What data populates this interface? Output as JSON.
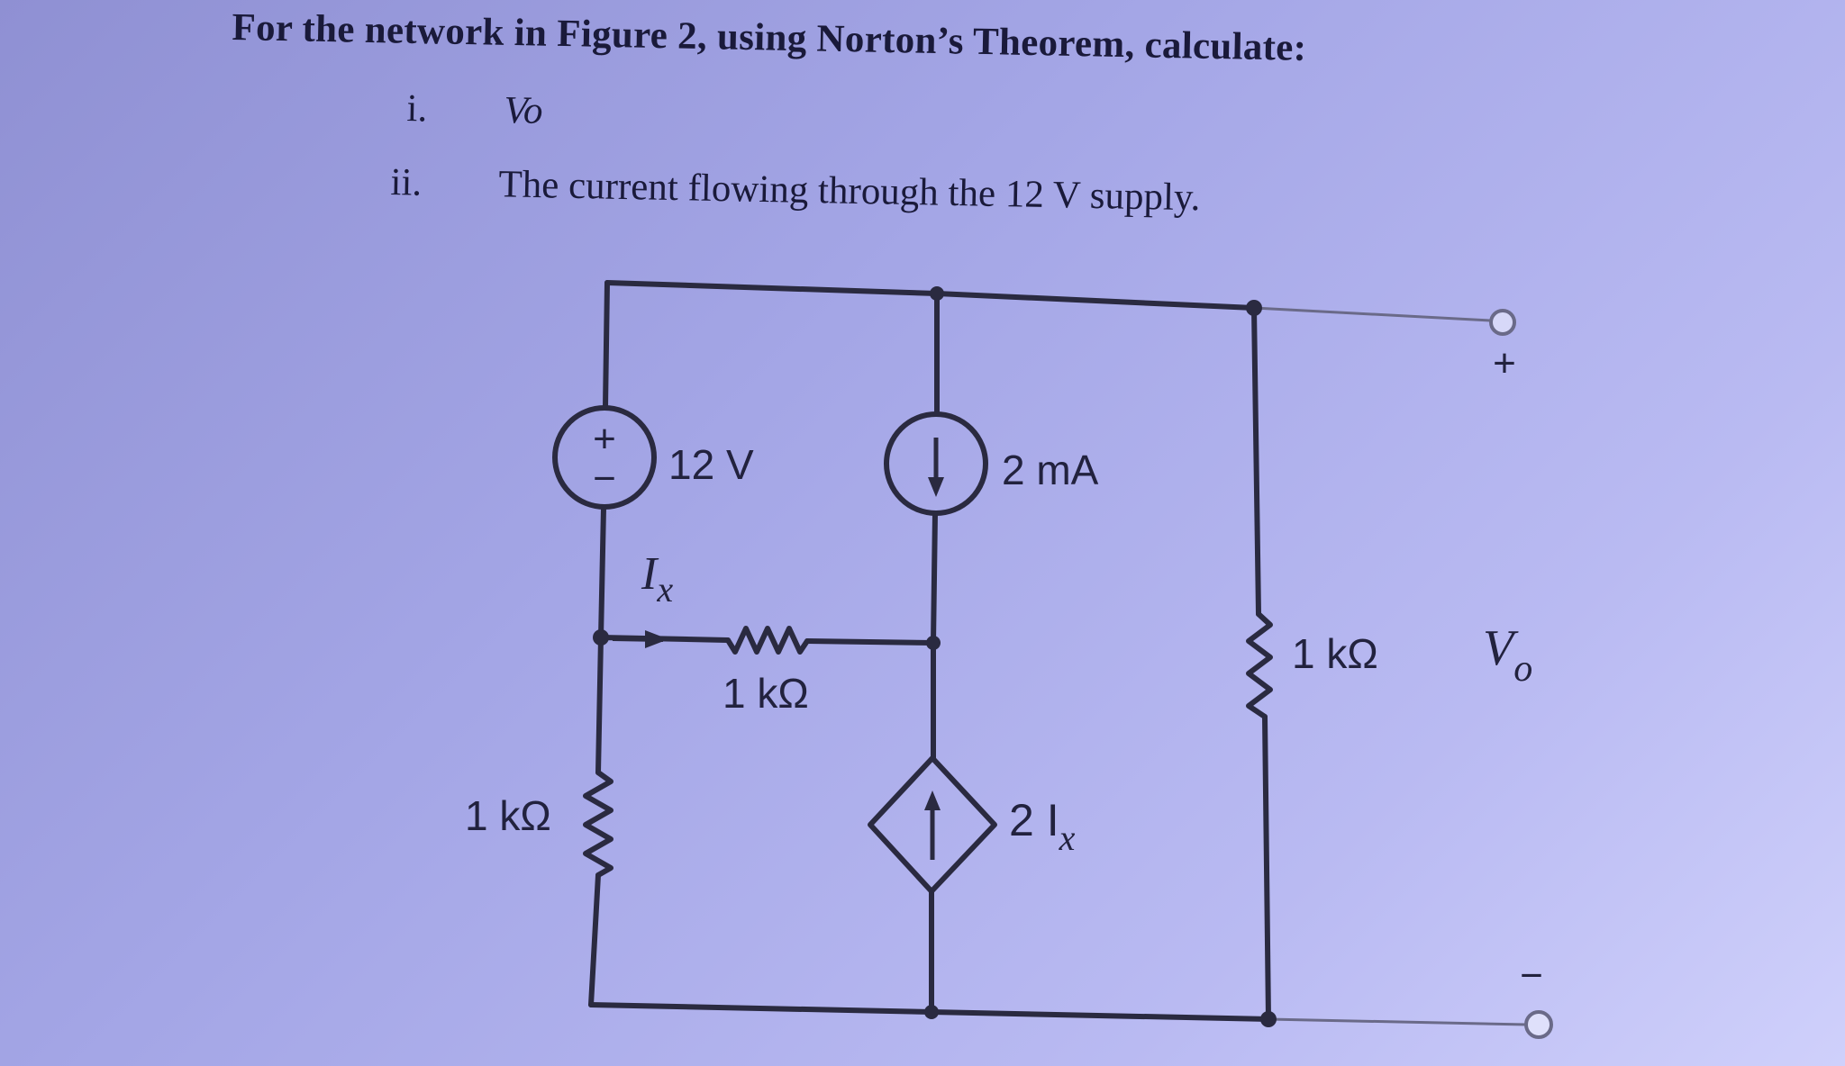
{
  "question": {
    "title": "For the network in Figure 2, using Norton’s Theorem, calculate:",
    "items": [
      {
        "number": "i.",
        "text": "Vo"
      },
      {
        "number": "ii.",
        "text": "The current flowing through the 12 V supply."
      }
    ]
  },
  "circuit": {
    "voltage_source": {
      "value": "12 V",
      "plus": "+",
      "minus": "−"
    },
    "current_source": {
      "value": "2 mA"
    },
    "dependent_source": {
      "value": "2 I",
      "subscript": "x"
    },
    "current_label": {
      "symbol": "I",
      "subscript": "x"
    },
    "resistors": {
      "left": "1 kΩ",
      "middle": "1 kΩ",
      "right": "1 kΩ"
    },
    "output": {
      "label": "V",
      "subscript": "o",
      "plus": "+",
      "minus": "−"
    }
  },
  "colors": {
    "wire": "#2a2a40",
    "text": "#1a1a3a",
    "terminal_wire": "#6a6a88"
  }
}
